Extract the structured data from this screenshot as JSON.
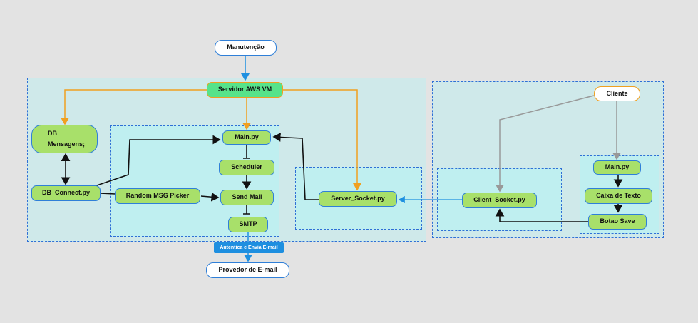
{
  "diagram": {
    "nodes": {
      "manutencao": "Manutenção",
      "servidor": "Servidor AWS VM",
      "db_line1": "DB",
      "db_line2": "Mensagens;",
      "db_connect": "DB_Connect.py",
      "main_server": "Main.py",
      "scheduler": "Scheduler",
      "random_picker": "Random MSG Picker",
      "send_mail": "Send Mail",
      "smtp": "SMTP",
      "auth_label": "Autentica e Envia E-mail",
      "provedor": "Provedor de E-mail",
      "server_socket": "Server_Socket.py",
      "client_socket": "Client_Socket.py",
      "cliente": "Cliente",
      "main_client": "Main.py",
      "caixa": "Caixa de Texto",
      "botao": "Botao Save"
    },
    "colors": {
      "zone_border": "#2f6fd6",
      "node_green": "#a8e06a",
      "node_mint": "#57e38a",
      "orange_link": "#f0a020",
      "gray_link": "#999999",
      "blue_link": "#1e90e0"
    }
  }
}
